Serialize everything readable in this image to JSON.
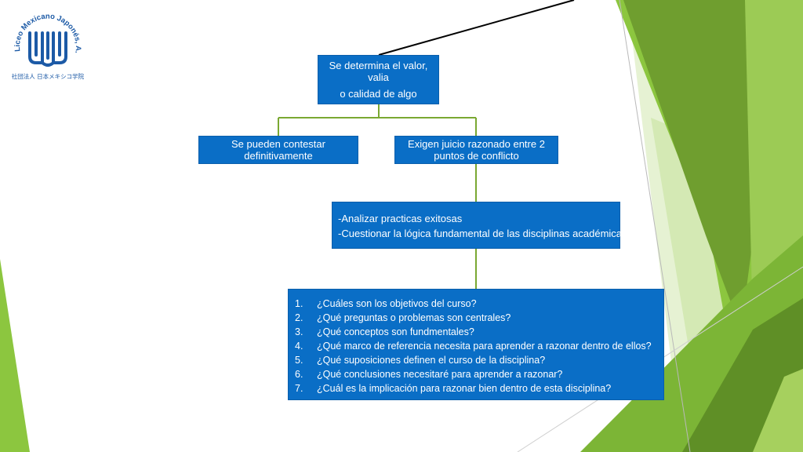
{
  "logo": {
    "arc_text": "Liceo Mexicano Japonés, A.C.",
    "bottom_text": "社団法人 日本メキシコ学院",
    "brand_color": "#1c5aa6"
  },
  "diagram": {
    "root": {
      "lines": [
        "Se determina el valor,",
        "valia",
        "o calidad de algo"
      ]
    },
    "left_child": {
      "lines": [
        "Se pueden contestar",
        "definitivamente"
      ]
    },
    "right_child": {
      "lines": [
        "Exigen juicio razonado entre 2",
        "puntos de conflicto"
      ]
    },
    "middle": {
      "lines": [
        "-Analizar practicas exitosas",
        "-Cuestionar la lógica fundamental de las disciplinas académicas"
      ]
    },
    "questions": [
      {
        "num": "1.",
        "text": "¿Cuáles son los objetivos del curso?"
      },
      {
        "num": "2.",
        "text": "¿Qué preguntas o problemas son centrales?"
      },
      {
        "num": "3.",
        "text": "¿Qué conceptos son fundmentales?"
      },
      {
        "num": "4.",
        "text": "¿Qué marco de referencia necesita para aprender a razonar dentro de ellos?"
      },
      {
        "num": "5.",
        "text": "¿Qué suposiciones definen el curso de la disciplina?"
      },
      {
        "num": "6.",
        "text": "¿Qué conclusiones necesitaré para aprender a razonar?"
      },
      {
        "num": "7.",
        "text": "¿Cuál es la implicación para razonar bien dentro de esta disciplina?"
      }
    ]
  },
  "colors": {
    "box_fill": "#0a6ec6",
    "connector": "#7aa832",
    "green_dark": "#6f9e2f",
    "green_mid": "#8cc63f",
    "green_light": "#c8e29a"
  }
}
